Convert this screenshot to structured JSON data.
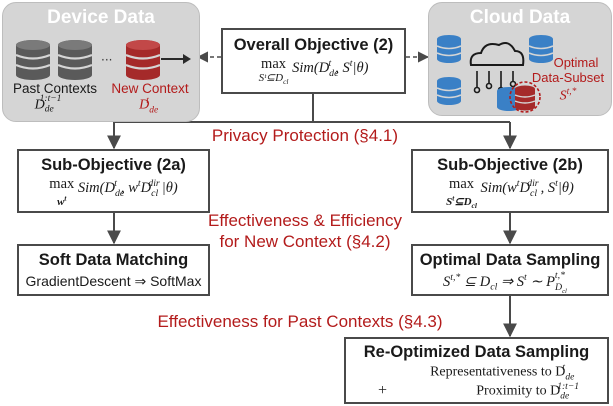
{
  "device": {
    "title": "Device Data",
    "past_label": "Past Contexts",
    "new_label": "New Context",
    "past_math": "D",
    "past_sub": "de",
    "past_sup": "1:t−1",
    "new_math": "D",
    "new_sub": "de",
    "new_sup": "t"
  },
  "cloud": {
    "title": "Cloud Data",
    "optimal_label": "Optimal",
    "subset_label": "Data-Subset",
    "subset_math": "S",
    "subset_sup": "t,*"
  },
  "overall": {
    "title": "Overall Objective (2)",
    "math_op": "max",
    "math_under": "Sᵗ⊆D",
    "math_under_sub": "cl",
    "math_expr": "Sim(D",
    "math_expr_sub": "de",
    "math_expr_sup": "t",
    "math_expr_rest": ", S",
    "math_expr_sup2": "t",
    "math_expr_tail": "|θ)"
  },
  "sections": {
    "privacy": "Privacy Protection (§4.1)",
    "effectiveness_line1": "Effectiveness & Efficiency",
    "effectiveness_line2": "for New Context (§4.2)",
    "past": "Effectiveness for Past Contexts (§4.3)"
  },
  "sub_a": {
    "title": "Sub-Objective (2a)",
    "op": "max",
    "under": "w",
    "under_sup": "t",
    "expr": "Sim(D",
    "expr_sub": "de",
    "expr_sup": "t",
    "expr2": ", w",
    "expr2_sup": "t",
    "expr3": "D",
    "expr3_sub": "cl",
    "expr3_sup": "dir",
    "expr4": "|θ)"
  },
  "sub_b": {
    "title": "Sub-Objective (2b)",
    "op": "max",
    "under": "S",
    "under_sup": "t",
    "under_rest": "⊆D",
    "under_sub": "cl",
    "expr": "Sim(w",
    "expr_sup": "t",
    "expr2": "D",
    "expr2_sub": "cl",
    "expr2_sup": "dir",
    "expr3": ", S",
    "expr3_sup": "t",
    "expr4": "|θ)"
  },
  "soft": {
    "title": "Soft Data Matching",
    "line": "GradientDescent ⇒ SoftMax"
  },
  "optimal": {
    "title": "Optimal Data Sampling",
    "a": "S",
    "a_sup": "t,*",
    "b": " ⊆ D",
    "b_sub": "cl",
    "c": " ⇒ S",
    "c_sup": "t",
    "d": " ∼ P",
    "d_sub": "D",
    "d_subsub": "cl",
    "d_sup": "t,*"
  },
  "reopt": {
    "title": "Re-Optimized Data Sampling",
    "line1": "Representativeness to D",
    "line1_sub": "de",
    "line1_sup": "t",
    "plus": "+",
    "line2": "Proximity to D",
    "line2_sub": "de",
    "line2_sup": "1:t−1"
  }
}
